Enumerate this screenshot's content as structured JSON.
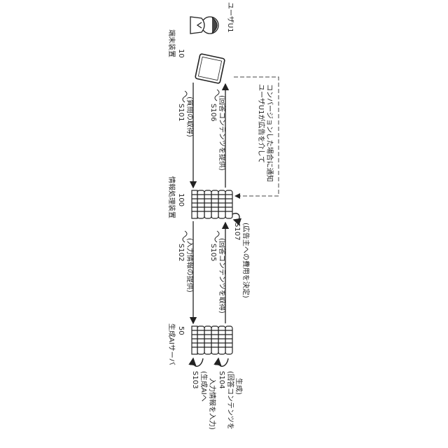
{
  "user": {
    "name": "ユーザU1"
  },
  "terminal": {
    "title": "端末装置",
    "number": "10"
  },
  "processing": {
    "title": "情報処理装置",
    "number": "100"
  },
  "ai_server": {
    "title": "生成AIサーバ",
    "number": "50"
  },
  "steps": {
    "s101": {
      "id": "S101",
      "text": "(質問の取得)"
    },
    "s102": {
      "id": "S102",
      "text": "(入力情報の提供)"
    },
    "s103": {
      "id": "S103",
      "text1": "(生成AIへ",
      "text2": "入力情報を入力)"
    },
    "s104": {
      "id": "S104",
      "text1": "(回答コンテンツを",
      "text2": "生成)"
    },
    "s105": {
      "id": "S105",
      "text": "(回答コンテンツを取得)"
    },
    "s106": {
      "id": "S106",
      "text": "(回答コンテンツを提供)"
    },
    "s107": {
      "id": "S107",
      "text": "(広告主への費用を決定)"
    }
  },
  "notice": {
    "line1": "ユーザU1が広告を介して",
    "line2": "コンバージョンした場合に通知"
  }
}
